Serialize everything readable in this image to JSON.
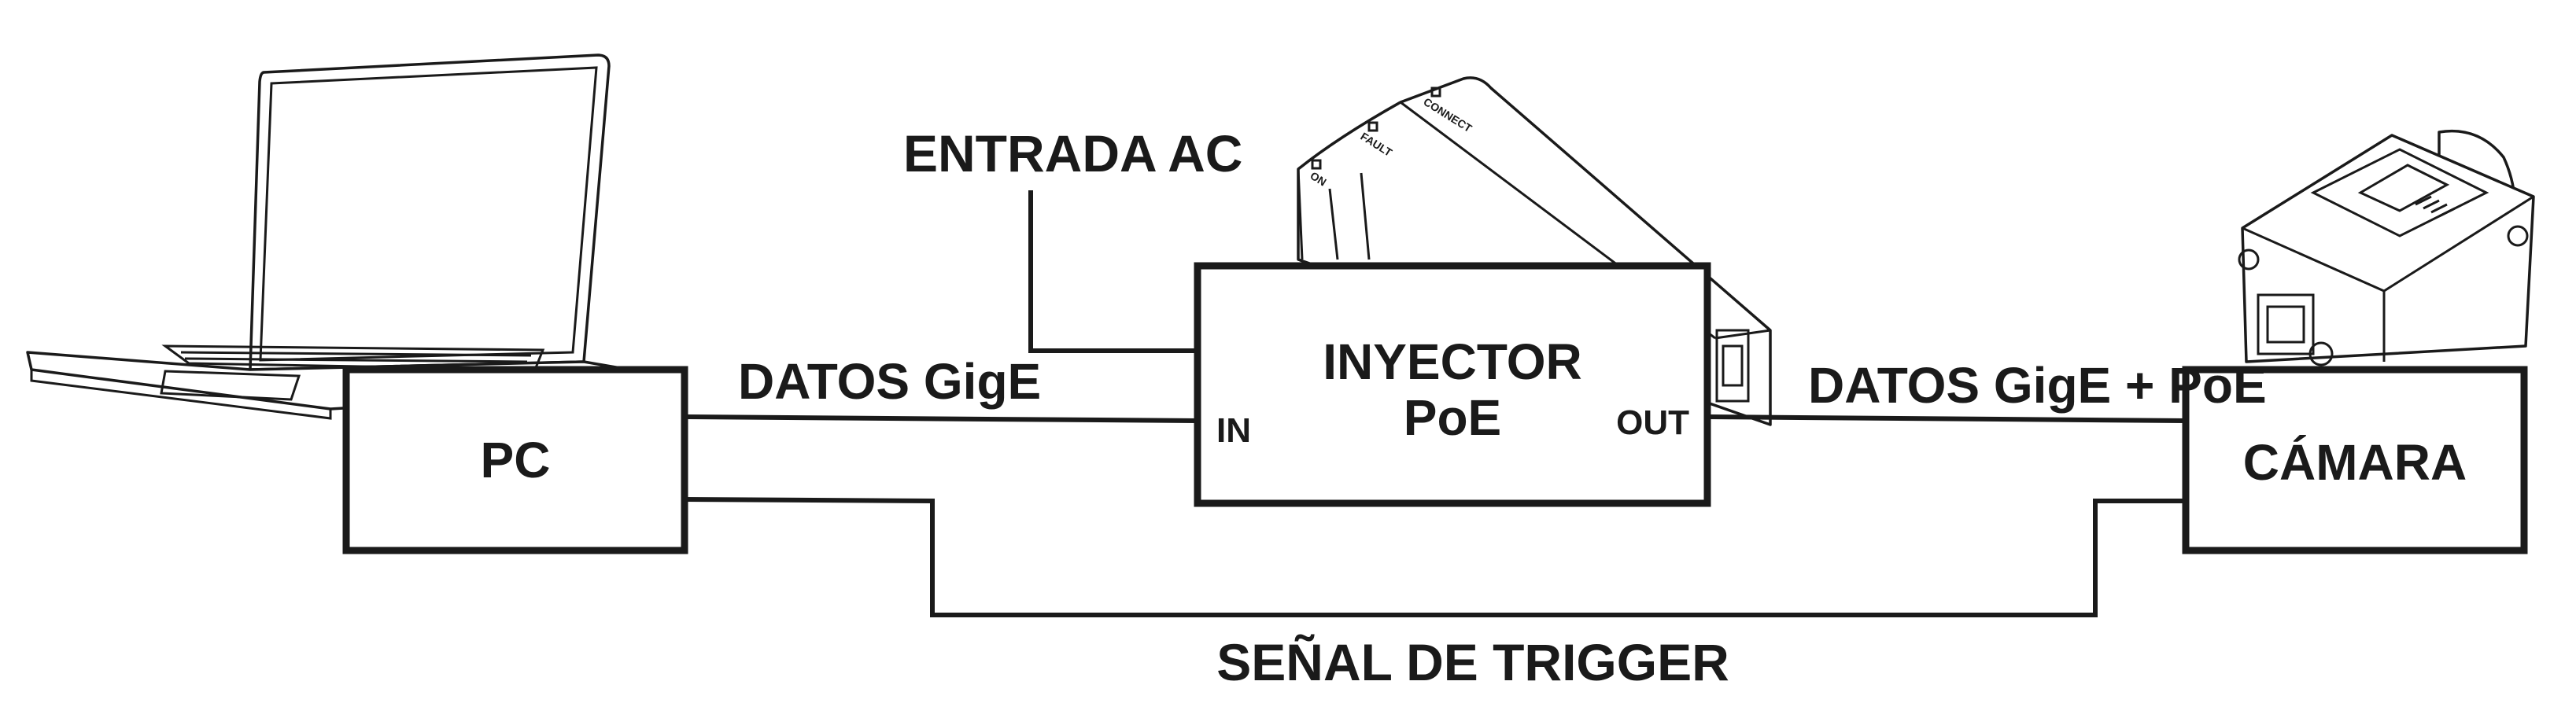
{
  "nodes": {
    "pc": {
      "label": "PC"
    },
    "injector": {
      "label_line1": "INYECTOR",
      "label_line2": "PoE",
      "port_in": "IN",
      "port_out": "OUT"
    },
    "camera": {
      "label": "CÁMARA"
    }
  },
  "labels": {
    "ac_input": "ENTRADA AC",
    "gige_data": "DATOS GigE",
    "gige_poe_data": "DATOS GigE + PoE",
    "trigger_signal": "SEÑAL DE TRIGGER"
  },
  "injector_leds": [
    "ON",
    "FAULT",
    "CONNECT"
  ],
  "colors": {
    "line": "#1a1a1a",
    "background": "#ffffff"
  }
}
